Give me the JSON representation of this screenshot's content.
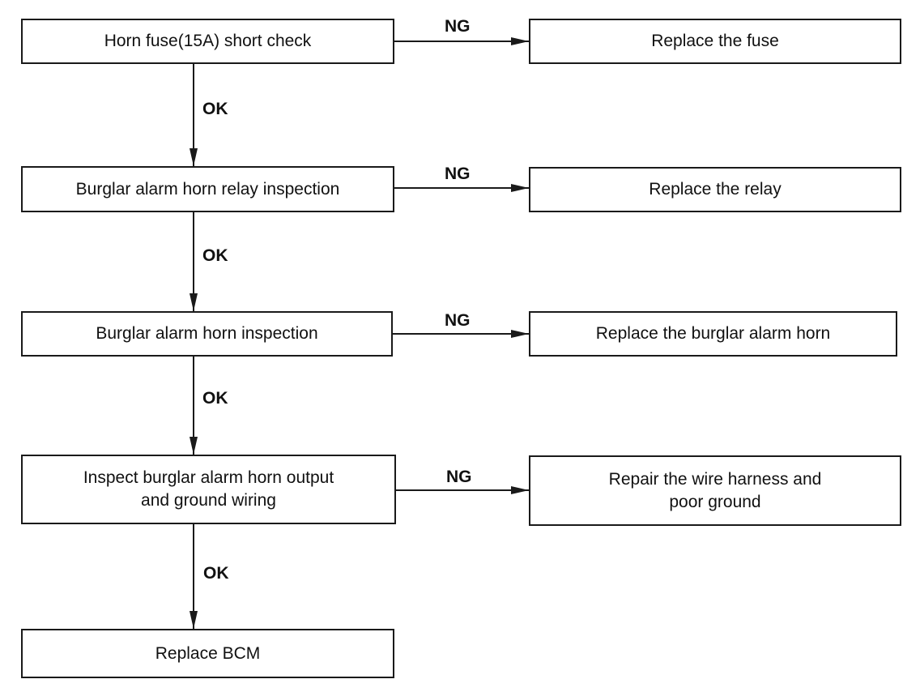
{
  "flow": {
    "steps": [
      {
        "label": "Horn fuse(15A) short check",
        "outcome_ok": "OK",
        "outcome_ng": "NG",
        "action": "Replace the fuse"
      },
      {
        "label": "Burglar alarm horn relay inspection",
        "outcome_ok": "OK",
        "outcome_ng": "NG",
        "action": "Replace the relay"
      },
      {
        "label": "Burglar alarm horn inspection",
        "outcome_ok": "OK",
        "outcome_ng": "NG",
        "action": "Replace the burglar alarm horn"
      },
      {
        "label_line1": "Inspect burglar alarm horn output",
        "label_line2": "and ground wiring",
        "outcome_ok": "OK",
        "outcome_ng": "NG",
        "action_line1": "Repair the wire harness and",
        "action_line2": "poor ground"
      }
    ],
    "final": "Replace BCM"
  }
}
